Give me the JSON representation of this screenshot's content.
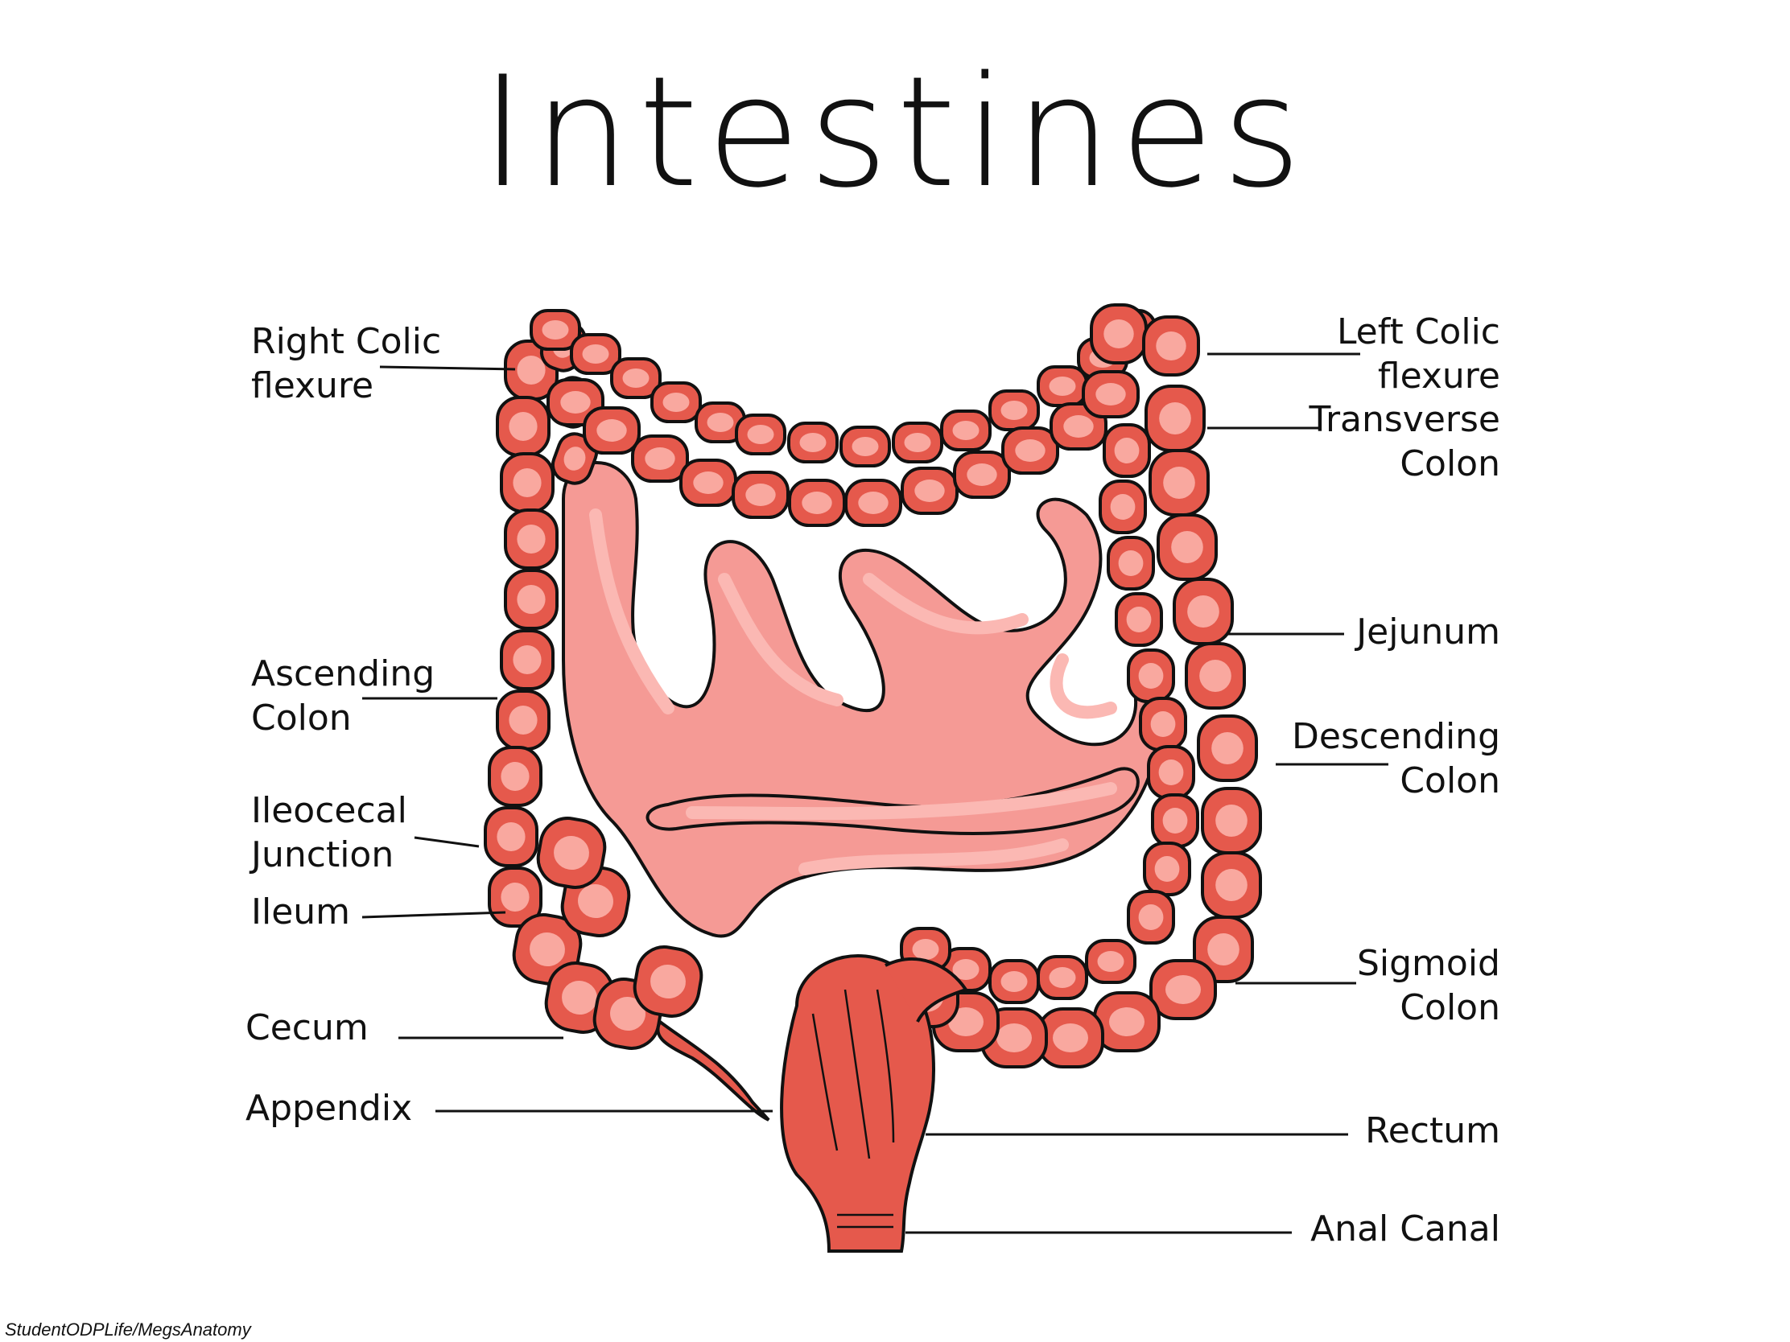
{
  "title": "Intestines",
  "credit": "StudentODPLife/MegsAnatomy",
  "colors": {
    "large_intestine": "#e5594c",
    "large_intestine_highlight": "#f9a89f",
    "small_intestine": "#f59a95",
    "small_intestine_highlight": "#fbb8b3",
    "outline": "#111111"
  },
  "labels": {
    "right_colic_flexure": "Right Colic\nflexure",
    "ascending_colon": "Ascending\nColon",
    "ileocecal_junction": "Ileocecal\nJunction",
    "ileum": "Ileum",
    "cecum": "Cecum",
    "appendix": "Appendix",
    "left_colic_flexure": "Left Colic\nflexure",
    "transverse_colon": "Transverse\nColon",
    "jejunum": "Jejunum",
    "descending_colon": "Descending\nColon",
    "sigmoid_colon": "Sigmoid\nColon",
    "rectum": "Rectum",
    "anal_canal": "Anal Canal"
  }
}
